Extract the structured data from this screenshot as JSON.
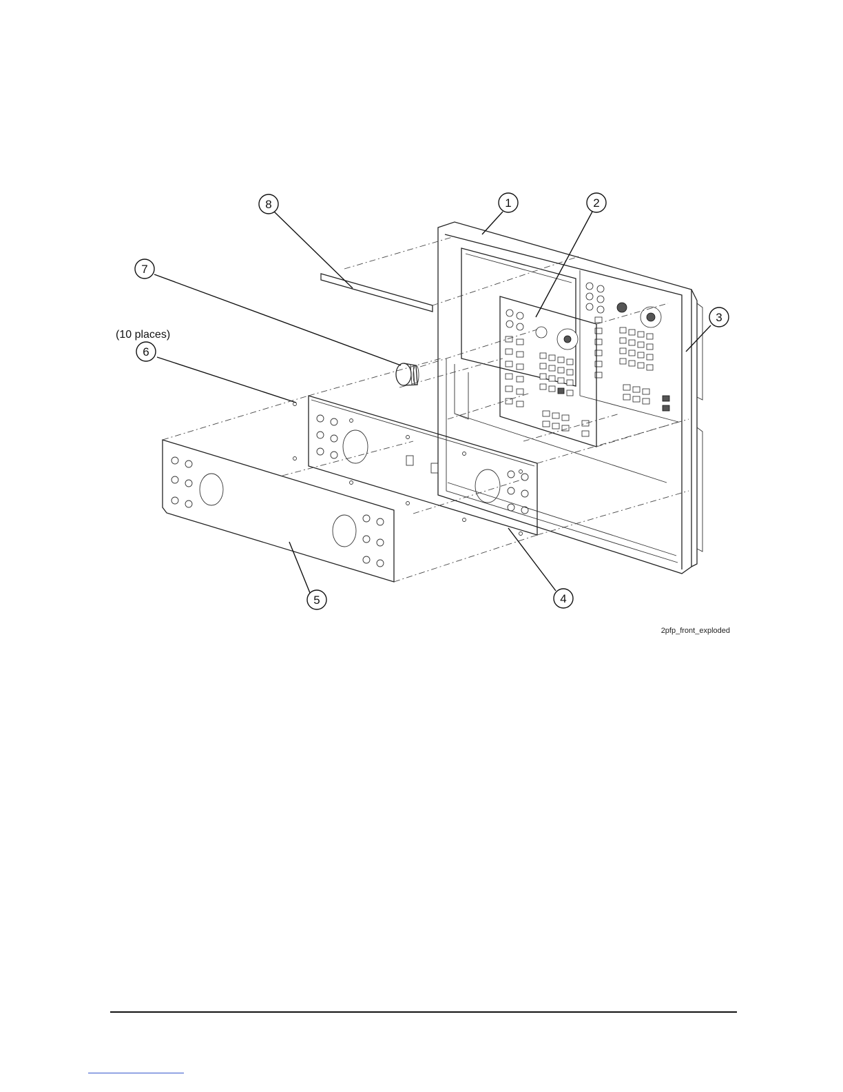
{
  "figure": {
    "callouts": [
      {
        "number": "1"
      },
      {
        "number": "2"
      },
      {
        "number": "3"
      },
      {
        "number": "4"
      },
      {
        "number": "5"
      },
      {
        "number": "6"
      },
      {
        "number": "7"
      },
      {
        "number": "8"
      }
    ],
    "note": "(10 places)",
    "figure_id": "2pfp_front_exploded"
  }
}
